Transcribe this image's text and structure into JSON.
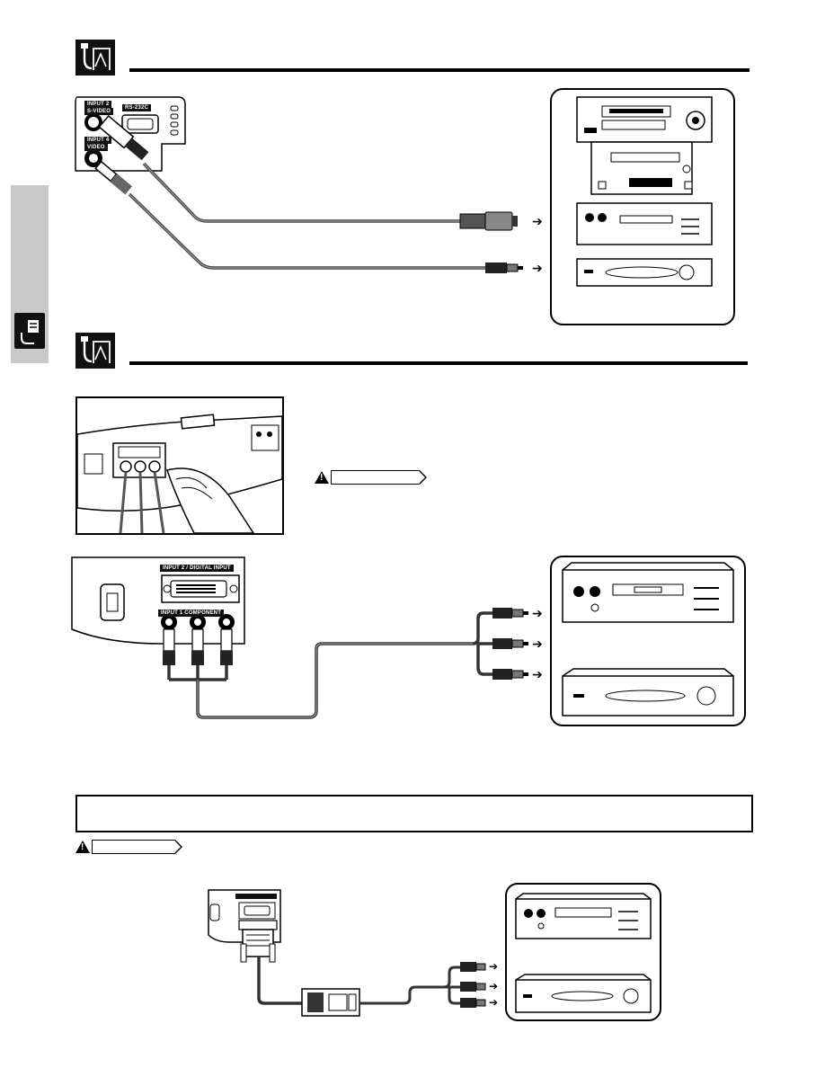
{
  "panel_labels": {
    "input2": "INPUT 2",
    "svideo": "S-VIDEO",
    "rs232c": "RS-232C",
    "input4": "INPUT 4",
    "video": "VIDEO",
    "input2_digital": "INPUT 2",
    "dvi_label": "/ DIGITAL INPUT",
    "input1": "INPUT 1",
    "component": "COMPONENT"
  },
  "cable_arrows": "➔",
  "colors": {
    "ink": "#000000",
    "sidebar_tab": "#c9c9c9",
    "cable": "#333333",
    "plug_gray": "#8a8a8a"
  }
}
